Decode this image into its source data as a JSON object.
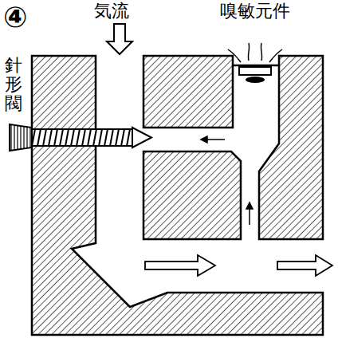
{
  "diagram": {
    "labels": [
      "④",
      "気流",
      "嗅敏元件",
      "針形閥"
    ]
  }
}
